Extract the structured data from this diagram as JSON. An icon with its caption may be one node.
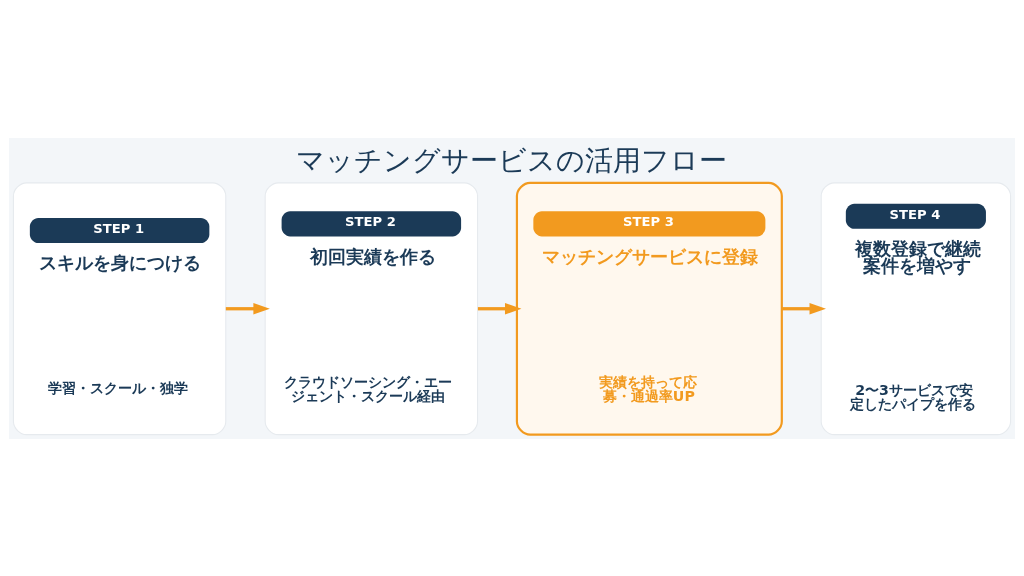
{
  "diagram": {
    "title": "マッチングサービスの活用フロー",
    "nodes": [
      {
        "text": [
          "STEP 1",
          "スキルを身につける",
          "学習・スクール・独学"
        ]
      },
      {
        "text": [
          "STEP 2",
          "初回実績を作る",
          "クラウドソーシング・エージェント・スクール経由"
        ]
      },
      {
        "text": [
          "STEP 3",
          "マッチングサービスに登録",
          "実績を持って応募・通過率UP"
        ]
      },
      {
        "text": [
          "STEP 4",
          "複数登録で継続案件を増やす",
          "2〜3サービスで安定したパイプを作る"
        ]
      }
    ],
    "edges": [
      {
        "from": 0,
        "to": 1,
        "arrow": "to"
      },
      {
        "from": 1,
        "to": 2,
        "arrow": "to"
      },
      {
        "from": 2,
        "to": 3,
        "arrow": "to"
      }
    ]
  }
}
